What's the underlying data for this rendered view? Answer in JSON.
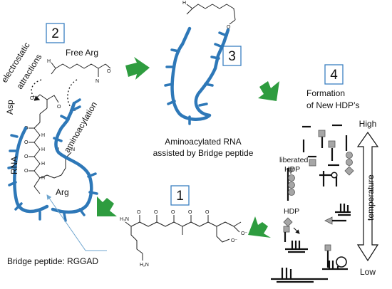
{
  "steps": [
    {
      "number": "1"
    },
    {
      "number": "2"
    },
    {
      "number": "3"
    },
    {
      "number": "4"
    }
  ],
  "labels": {
    "free_arg": "Free Arg",
    "electrostatic_line1": "electrostatic",
    "electrostatic_line2": "attractions",
    "aminoacylation": "aminoacylation",
    "asp": "Asp",
    "rna": "RNA",
    "arg": "Arg",
    "aminoacylated_line1": "Aminoacylated RNA",
    "aminoacylated_line2": "assisted by Bridge peptide",
    "formation_line1": "Formation",
    "formation_line2": "of New HDP’s",
    "high": "High",
    "low": "Low",
    "temperature": "temperature",
    "liberated_line1": "liberated",
    "liberated_line2": "HDP",
    "hdp": "HDP",
    "bridge_peptide": "Bridge peptide: RGGAD"
  },
  "colors": {
    "rna_blue": "#2e78b8",
    "box_border": "#3a7fc1",
    "arrow_green": "#2e9c3f",
    "square_gray": "#a6a6a6"
  }
}
